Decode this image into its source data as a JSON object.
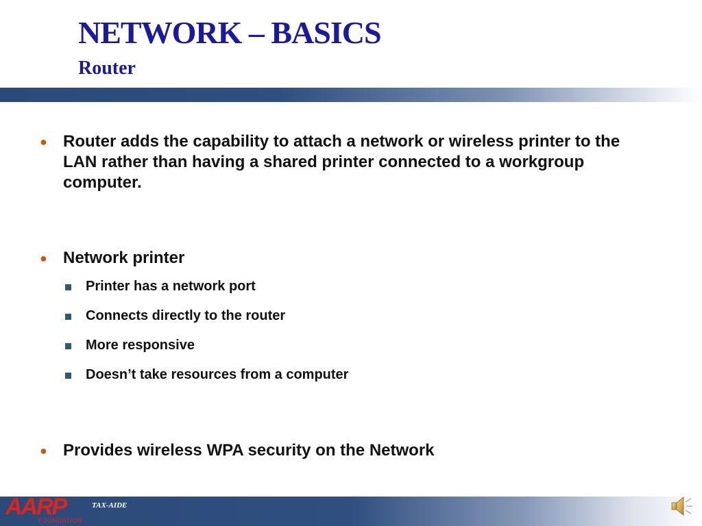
{
  "slide": {
    "title": "NETWORK – BASICS",
    "subtitle": "Router"
  },
  "bullets": [
    {
      "text": "Router adds the capability to attach a network or wireless printer to the LAN rather than having a shared printer connected to a workgroup computer."
    },
    {
      "text": "Network printer",
      "sub": [
        "Printer has a network port",
        "Connects directly to the router",
        "More responsive",
        "Doesn’t take resources from a computer"
      ]
    },
    {
      "text": "Provides wireless WPA security on the Network"
    }
  ],
  "footer": {
    "logo_text": "AARP",
    "logo_sub": "FOUNDATION",
    "program": "TAX-AIDE"
  },
  "icons": {
    "bullet": "orange-dot",
    "sub_bullet": "teal-square",
    "audio": "speaker-icon"
  },
  "colors": {
    "title": "#1a1aa0",
    "bar": "#2b4a7a",
    "bullet": "#c55a11",
    "sub_bullet": "#2a5d6e",
    "logo": "#e2231a"
  }
}
